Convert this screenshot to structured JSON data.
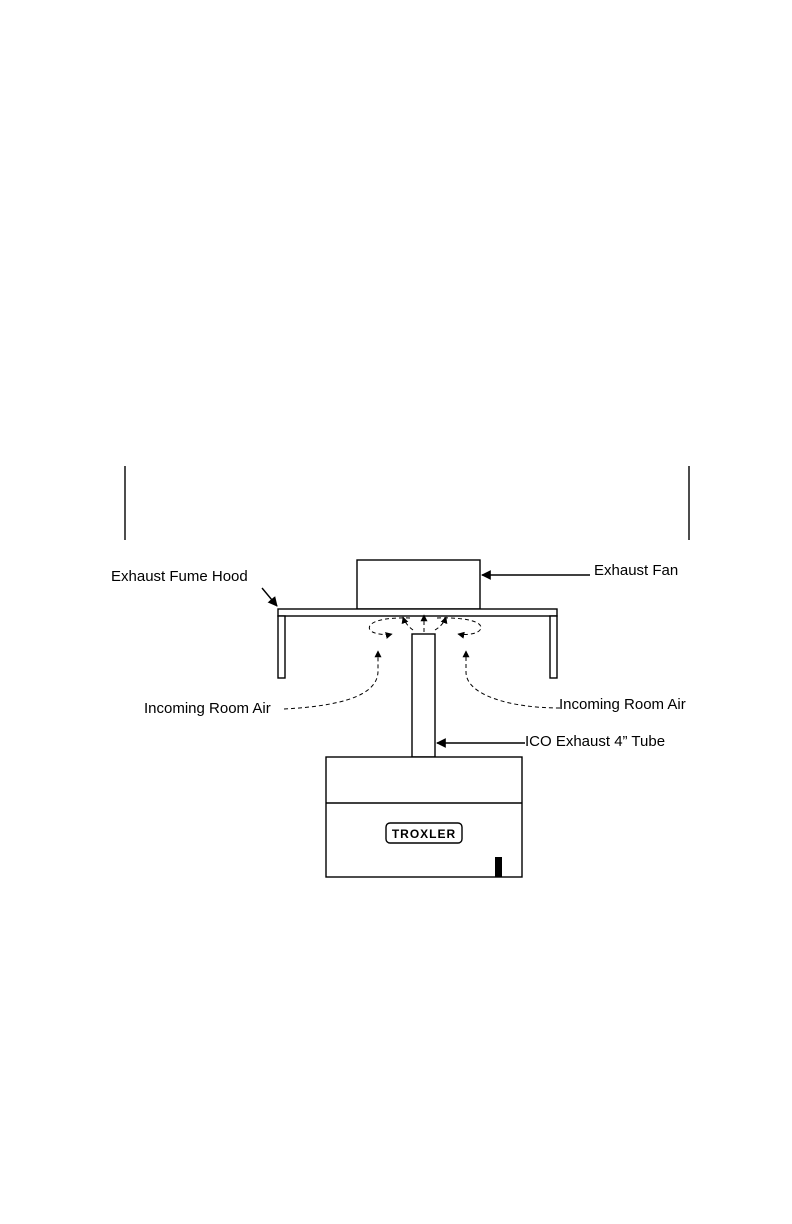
{
  "diagram": {
    "labels": {
      "exhaust_fume_hood": "Exhaust Fume Hood",
      "exhaust_fan": "Exhaust Fan",
      "incoming_room_air_left": "Incoming Room Air",
      "incoming_room_air_right": "Incoming Room Air",
      "ico_exhaust_tube": "ICO Exhaust 4” Tube",
      "oven_brand": "TROXLER"
    }
  }
}
